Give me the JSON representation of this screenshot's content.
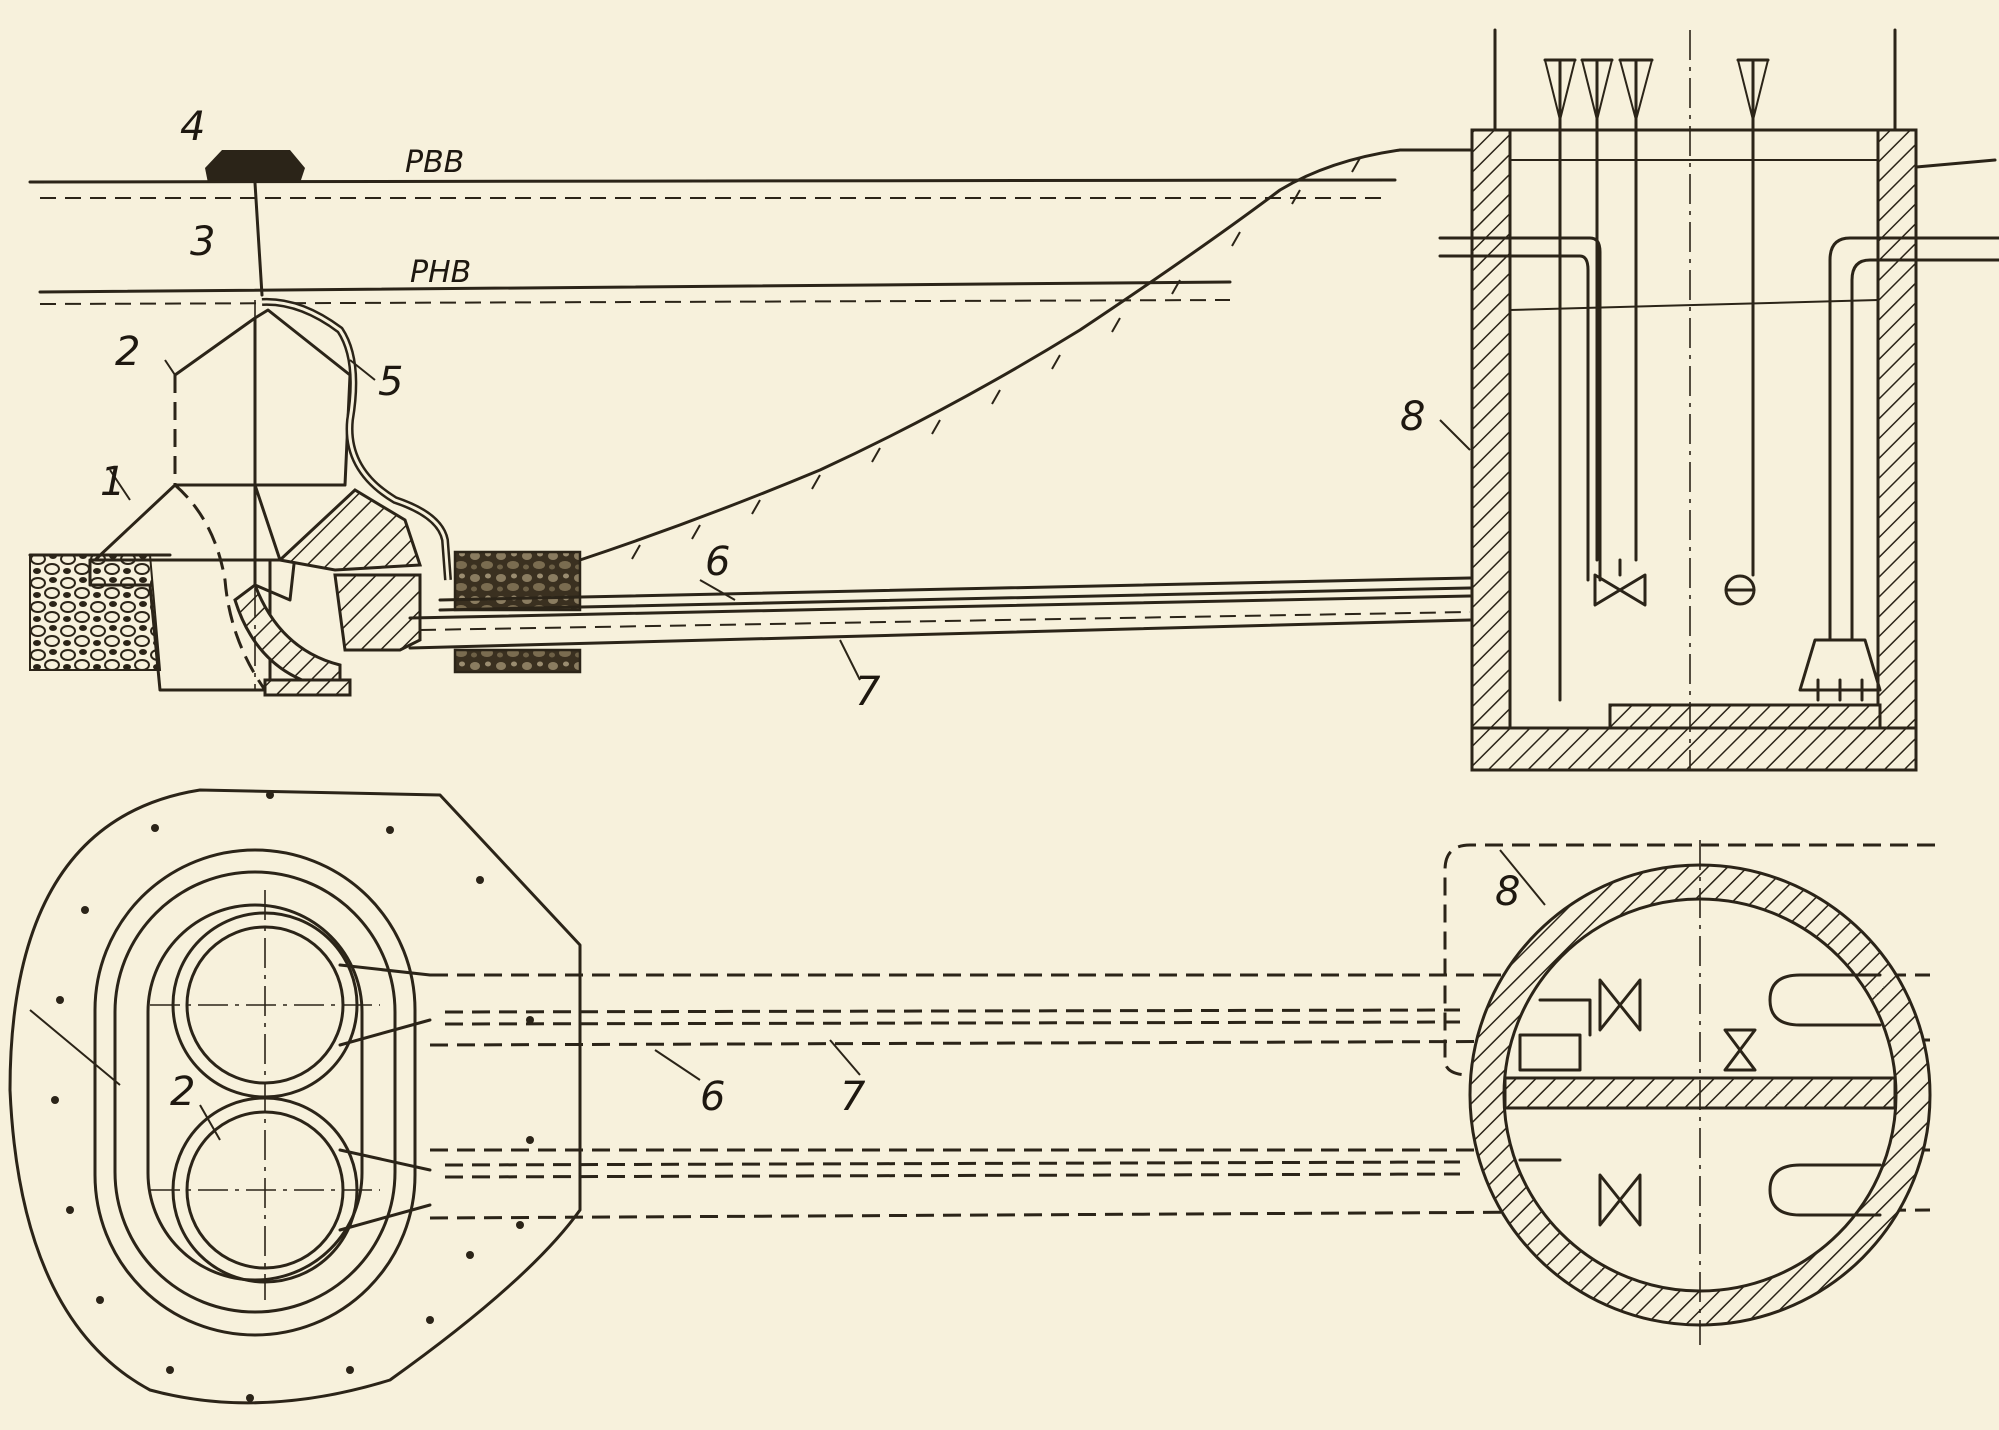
{
  "labels": {
    "rvv": "РВВ",
    "rnv": "РНВ",
    "n1": "1",
    "n2": "2",
    "n2b": "2",
    "n3": "3",
    "n4": "4",
    "n5": "5",
    "n6": "6",
    "n6b": "6",
    "n7": "7",
    "n7b": "7",
    "n8": "8",
    "n8b": "8"
  },
  "colors": {
    "paper": "#f7f1dc",
    "ink": "#2b2418"
  }
}
